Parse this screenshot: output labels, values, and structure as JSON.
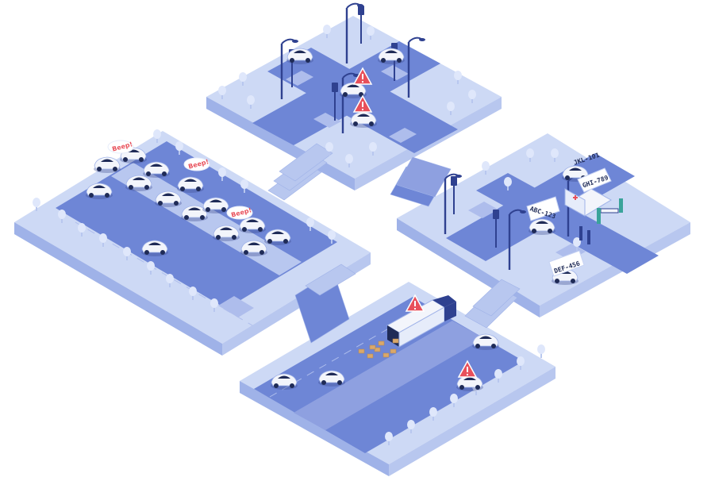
{
  "illustration": {
    "subject": "isometric smart city traffic scenes",
    "palette": {
      "background": "#ffffff",
      "ground_light": "#cdd9f5",
      "ground_side": "#9fb2e8",
      "road": "#6e86d6",
      "road_dark": "#4d63b8",
      "stair": "#b8c7ef",
      "car_body": "#f3f5fb",
      "car_window": "#1f2b57",
      "warning_red": "#e8505b",
      "speech_bubble": "#ffffff",
      "beep_text": "#e8505b",
      "lamp_pole": "#2f4190",
      "box_tan": "#d9a86b"
    },
    "icons": [
      "warning-triangle-icon",
      "street-lamp-icon",
      "traffic-light-icon",
      "tree-icon"
    ],
    "plates": [
      "JKL-101",
      "GHI-789",
      "ABC-123",
      "DEF-456"
    ],
    "beeps": [
      "Beep!",
      "Beep!",
      "Beep!"
    ]
  }
}
